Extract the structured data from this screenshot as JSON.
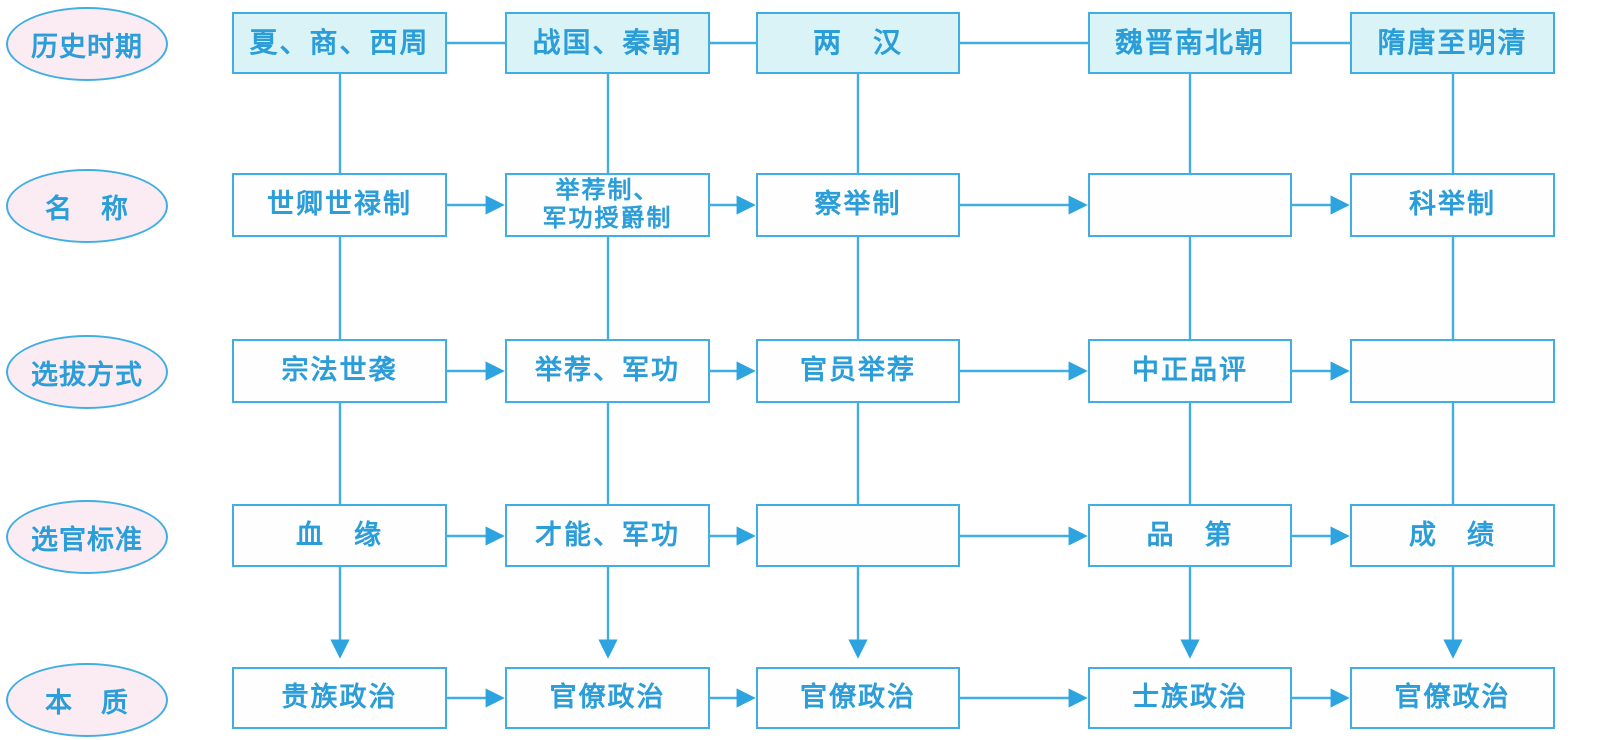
{
  "palette": {
    "line": "#41aee3",
    "text": "#2b9dd8",
    "header-fill": "#d9f3f6",
    "oval-fill": "#faecf2",
    "box-fill": "#fffefe"
  },
  "diagram": {
    "row_labels": [
      "历史时期",
      "名　称",
      "选拔方式",
      "选官标准",
      "本　质"
    ],
    "periods": [
      "夏、商、西周",
      "战国、秦朝",
      "两　汉",
      "魏晋南北朝",
      "隋唐至明清"
    ],
    "names": [
      "世卿世禄制",
      "举荐制、\n军功授爵制",
      "察举制",
      "",
      "科举制"
    ],
    "methods": [
      "宗法世袭",
      "举荐、军功",
      "官员举荐",
      "中正品评",
      ""
    ],
    "criteria": [
      "血　缘",
      "才能、军功",
      "",
      "品　第",
      "成　绩"
    ],
    "essence": [
      "贵族政治",
      "官僚政治",
      "官僚政治",
      "士族政治",
      "官僚政治"
    ]
  }
}
